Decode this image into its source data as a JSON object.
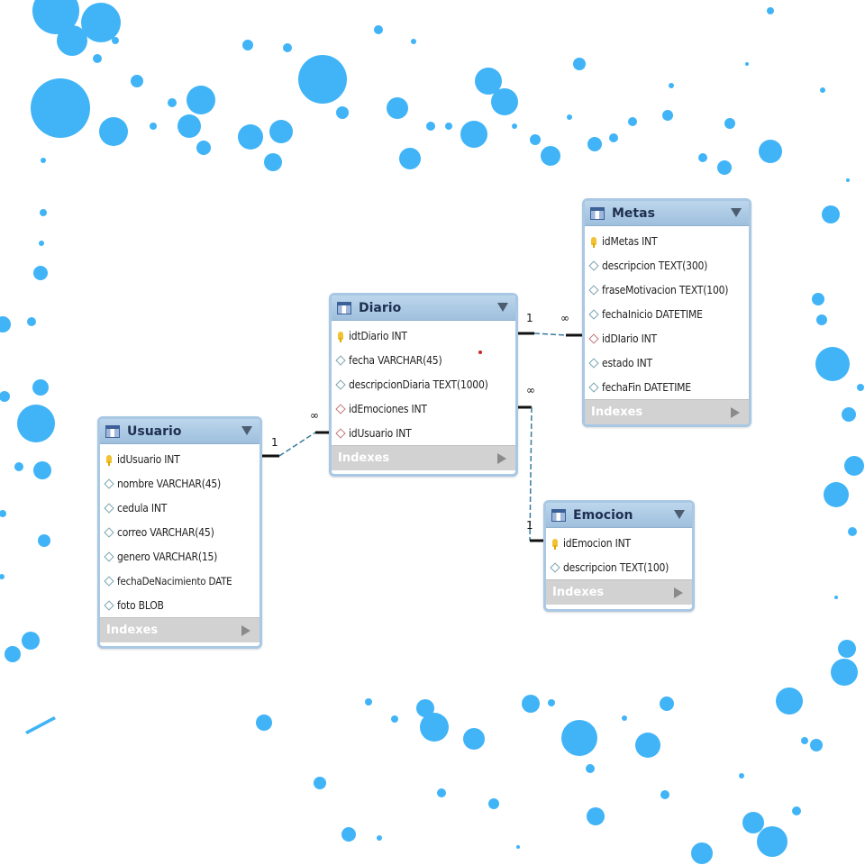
{
  "colors": {
    "splatter": "#40b4f7",
    "header": "#a9c8e4",
    "connector": "#111111",
    "connector_dash": "#3a7ca0"
  },
  "tables": {
    "diario": {
      "title": "Diario",
      "columns": [
        {
          "text": "idtDiario INT",
          "icon": "key-icon"
        },
        {
          "text": "fecha VARCHAR(45)",
          "icon": "column-icon"
        },
        {
          "text": "descripcionDiaria TEXT(1000)",
          "icon": "column-icon"
        },
        {
          "text": "idEmociones INT",
          "icon": "foreign-key-icon"
        },
        {
          "text": "idUsuario INT",
          "icon": "foreign-key-icon"
        }
      ],
      "footer": "Indexes"
    },
    "metas": {
      "title": "Metas",
      "columns": [
        {
          "text": "idMetas INT",
          "icon": "key-icon"
        },
        {
          "text": "descripcion TEXT(300)",
          "icon": "column-icon"
        },
        {
          "text": "fraseMotivacion TEXT(100)",
          "icon": "column-icon"
        },
        {
          "text": "fechaInicio DATETIME",
          "icon": "column-icon"
        },
        {
          "text": "idDIario INT",
          "icon": "foreign-key-icon"
        },
        {
          "text": "estado INT",
          "icon": "column-icon"
        },
        {
          "text": "fechaFin DATETIME",
          "icon": "column-icon"
        }
      ],
      "footer": "Indexes"
    },
    "usuario": {
      "title": "Usuario",
      "columns": [
        {
          "text": "idUsuario INT",
          "icon": "key-icon"
        },
        {
          "text": "nombre VARCHAR(45)",
          "icon": "column-icon"
        },
        {
          "text": "cedula INT",
          "icon": "column-icon"
        },
        {
          "text": "correo VARCHAR(45)",
          "icon": "column-icon"
        },
        {
          "text": "genero VARCHAR(15)",
          "icon": "column-icon"
        },
        {
          "text": "fechaDeNacimiento DATE",
          "icon": "column-icon"
        },
        {
          "text": "foto BLOB",
          "icon": "column-icon"
        }
      ],
      "footer": "Indexes"
    },
    "emocion": {
      "title": "Emocion",
      "columns": [
        {
          "text": "idEmocion INT",
          "icon": "key-icon"
        },
        {
          "text": "descripcion TEXT(100)",
          "icon": "column-icon"
        }
      ],
      "footer": "Indexes"
    }
  },
  "relationships": {
    "diario_metas": {
      "from": "1",
      "to": "∞"
    },
    "usuario_diario": {
      "from": "1",
      "to": "∞"
    },
    "diario_emocion": {
      "from": "∞",
      "to": "1"
    }
  }
}
